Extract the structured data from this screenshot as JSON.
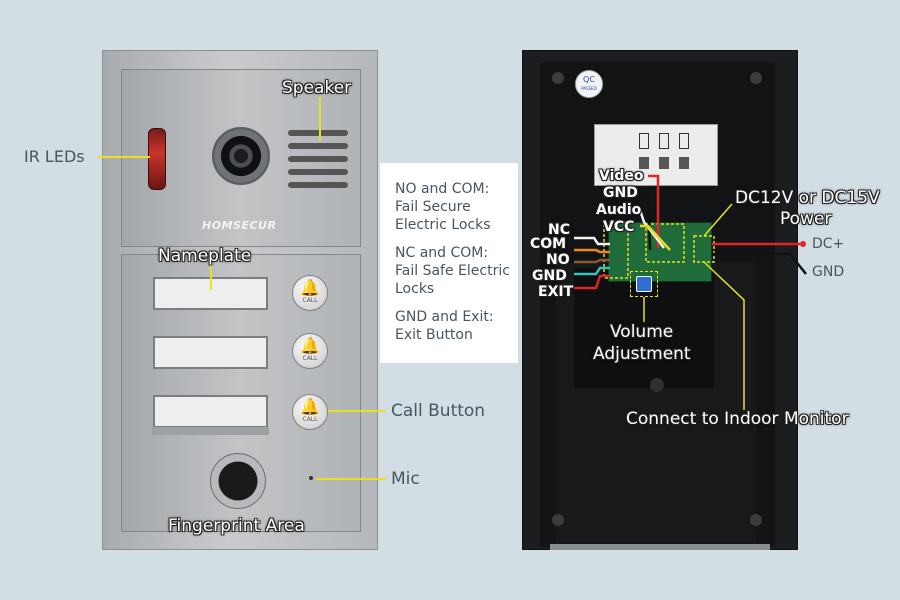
{
  "left_labels": {
    "ir_leds": "IR LEDs",
    "speaker": "Speaker",
    "brand": "HOMSECUR",
    "nameplate": "Nameplate",
    "call_button": "Call Button",
    "call_text": "CALL",
    "mic": "Mic",
    "fingerprint": "Fingerprint Area"
  },
  "descriptions": [
    "NO and COM:\nFail Secure\nElectric Locks",
    "NC and COM:\nFail Safe Electric\nLocks",
    "GND and Exit:\nExit Button"
  ],
  "right_labels": {
    "qc": "QC",
    "passed": "PASSED",
    "video": "Video",
    "gnd_top": "GND",
    "audio": "Audio",
    "vcc": "VCC",
    "nc": "NC",
    "com": "COM",
    "no": "NO",
    "gnd_mid": "GND",
    "exit": "EXIT",
    "power_line1": "DC12V or DC15V",
    "power_line2": "Power",
    "dc_plus": "DC+",
    "gnd_power": "GND",
    "volume_line1": "Volume",
    "volume_line2": "Adjustment",
    "connect": "Connect to Indoor Monitor"
  },
  "colors": {
    "leader": "#e8e020",
    "wire_red": "#e22424",
    "wire_yellow": "#e8d81a",
    "wire_white": "#f2f2f2",
    "wire_orange": "#ee8a1c",
    "wire_brown": "#8a5a34",
    "wire_blue": "#3a7fd6",
    "wire_cyan": "#36c0c0",
    "wire_black": "#111111"
  }
}
